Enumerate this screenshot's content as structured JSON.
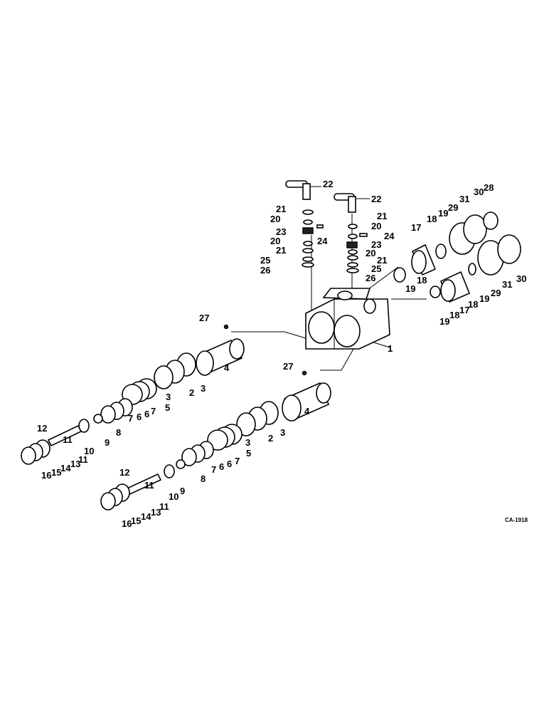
{
  "diagram": {
    "code": "CA-1918",
    "callouts": {
      "c1": "1",
      "c4a": "4",
      "c4b": "4",
      "c5a": "5",
      "c5b": "5",
      "c27a": "27",
      "c27b": "27",
      "c22a": "22",
      "c22b": "22",
      "c28": "28"
    },
    "groups": {
      "upper_cartridge": [
        "3",
        "2",
        "3"
      ],
      "lower_cartridge": [
        "3",
        "2",
        "3"
      ],
      "upper_mid": [
        "8",
        "7",
        "6",
        "6",
        "7"
      ],
      "lower_mid": [
        "8",
        "7",
        "6",
        "6",
        "7"
      ],
      "upper_spool": [
        "12",
        "11",
        "10",
        "9"
      ],
      "lower_spool": [
        "12",
        "11",
        "10",
        "9"
      ],
      "upper_end": [
        "16",
        "15",
        "14",
        "13",
        "11"
      ],
      "lower_end": [
        "16",
        "15",
        "14",
        "13",
        "11"
      ],
      "left_stack": [
        "21",
        "20",
        "23",
        "20",
        "21",
        "25",
        "26"
      ],
      "left_stack_side": [
        "24"
      ],
      "right_stack": [
        "21",
        "20",
        "24",
        "23",
        "20",
        "21",
        "25",
        "26"
      ],
      "right_upper_chain": [
        "17",
        "18",
        "19",
        "29",
        "31",
        "30"
      ],
      "right_upper_extra": [
        "18",
        "19"
      ],
      "right_lower_chain": [
        "19",
        "18",
        "17",
        "18",
        "19",
        "29",
        "31",
        "30"
      ]
    }
  }
}
